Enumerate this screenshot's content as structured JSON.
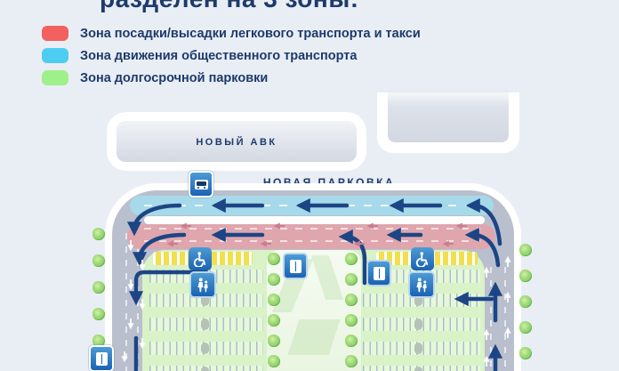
{
  "title": "разделен на 3 зоны:",
  "legend": {
    "items": [
      {
        "label": "Зона посадки/высадки легкового транспорта и такси",
        "color": "#f2615f"
      },
      {
        "label": "Зона движения общественного транспорта",
        "color": "#4ecdf2"
      },
      {
        "label": "Зона долгосрочной парковки",
        "color": "#9ef08b"
      }
    ]
  },
  "map": {
    "building_main_label": "НОВЫЙ АВК",
    "parking_label": "НОВАЯ ПАРКОВКА",
    "zone_colors": {
      "dropoff_strip": "#dfa6ae",
      "public_transport_strip": "#a6d9e9",
      "long_term_parking": "#d9f2c8",
      "accessible_parking_strip": "#f2df4e",
      "road": "#b9bfcc",
      "flow_arrows": "#1c4585"
    },
    "icons": {
      "bus-stop-icon": "bus stop sign",
      "wheelchair-icon": "accessible parking",
      "elevator-icon": "elevator",
      "pedestrians-icon": "pedestrian zone",
      "tree-icon": "tree"
    }
  },
  "page": {
    "background": "#e9eef5",
    "text_color": "#1d3a6b"
  }
}
